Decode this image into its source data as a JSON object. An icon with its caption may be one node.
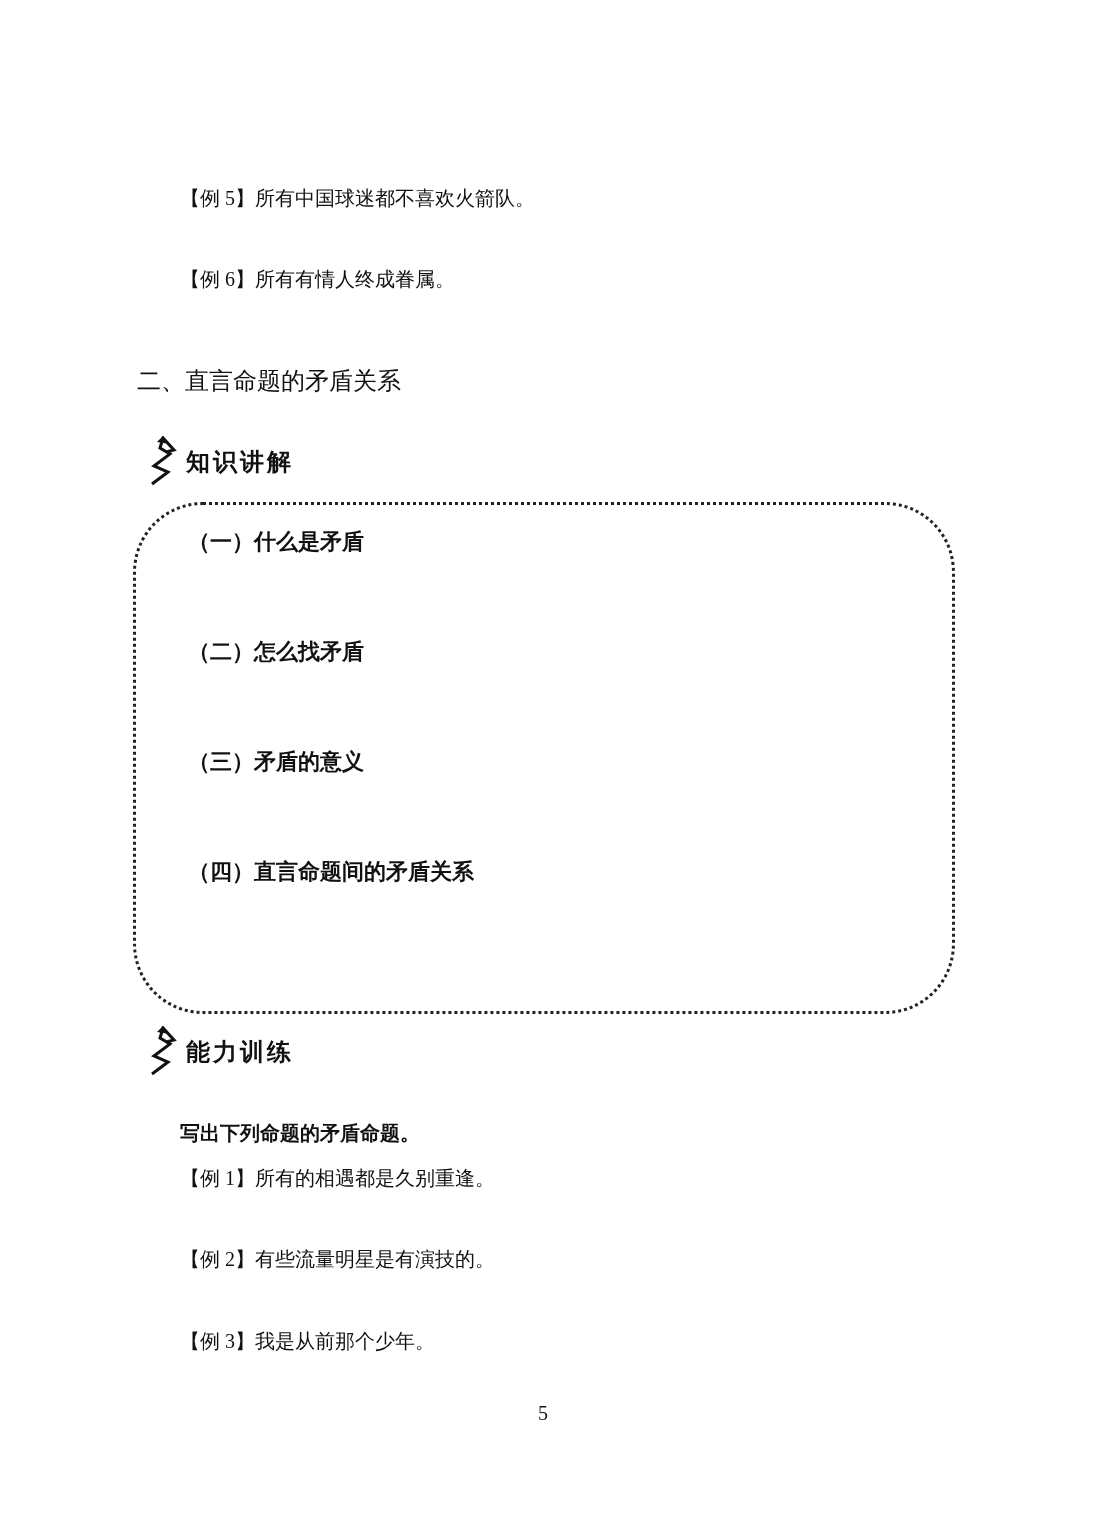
{
  "diagram": {
    "nodes": [
      {
        "text": [
          "（一）什么是矛盾",
          "（二）怎么找矛盾",
          "（三）矛盾的意义",
          "（四）直言命题间的矛盾关系"
        ]
      }
    ],
    "labels": [
      "【例 5】所有中国球迷都不喜欢火箭队。",
      "【例 6】所有有情人终成眷属。",
      "二、直言命题的矛盾关系",
      "知识讲解",
      "能力训练",
      "写出下列命题的矛盾命题。",
      "【例 1】所有的相遇都是久别重逢。",
      "【例 2】有些流量明星是有演技的。",
      "【例 3】我是从前那个少年。",
      "5"
    ]
  }
}
